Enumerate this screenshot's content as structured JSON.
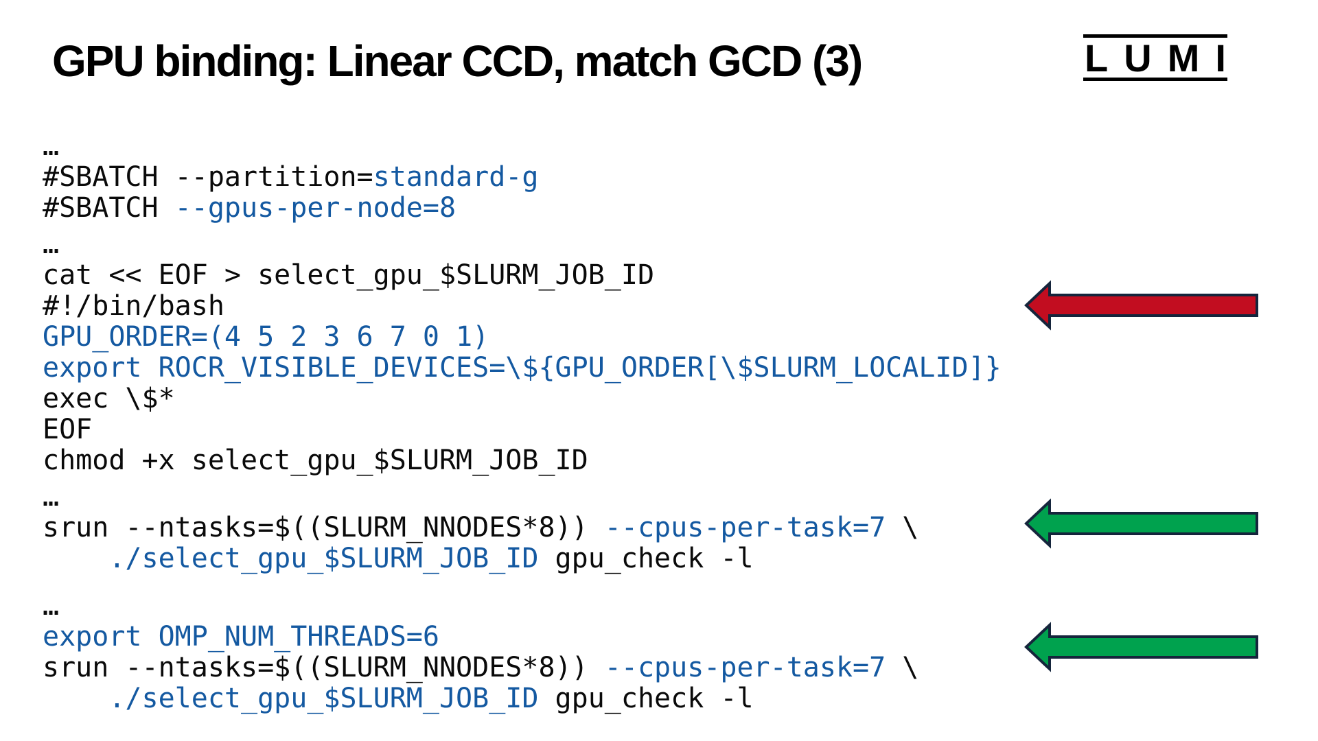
{
  "slide": {
    "title": "GPU binding: Linear CCD, match GCD (3)",
    "logo_text": "LUMI",
    "colors": {
      "code_text": "#0a0a0a",
      "code_accent": "#1459a1",
      "arrow_red": "#c20d20",
      "arrow_green": "#00a24e",
      "arrow_outline": "#15253c"
    },
    "code_lines": [
      {
        "segments": [
          {
            "text": "…",
            "color": "text"
          }
        ]
      },
      {
        "segments": [
          {
            "text": "#SBATCH --partition=",
            "color": "text"
          },
          {
            "text": "standard-g",
            "color": "accent"
          }
        ]
      },
      {
        "segments": [
          {
            "text": "#SBATCH ",
            "color": "text"
          },
          {
            "text": "--gpus-per-node=8",
            "color": "accent"
          }
        ]
      },
      {
        "gap_before": 8,
        "segments": [
          {
            "text": "…",
            "color": "text"
          }
        ]
      },
      {
        "segments": [
          {
            "text": "cat << EOF > select_gpu_$SLURM_JOB_ID",
            "color": "text"
          }
        ]
      },
      {
        "segments": [
          {
            "text": "#!/bin/bash",
            "color": "text"
          }
        ]
      },
      {
        "segments": [
          {
            "text": "GPU_ORDER=(4 5 2 3 6 7 0 1)",
            "color": "accent"
          }
        ]
      },
      {
        "segments": [
          {
            "text": "export ROCR_VISIBLE_DEVICES=\\${GPU_ORDER[\\$SLURM_LOCALID]}",
            "color": "accent"
          }
        ]
      },
      {
        "segments": [
          {
            "text": "exec \\$*",
            "color": "text"
          }
        ]
      },
      {
        "segments": [
          {
            "text": "EOF",
            "color": "text"
          }
        ]
      },
      {
        "segments": [
          {
            "text": "chmod +x select_gpu_$SLURM_JOB_ID",
            "color": "text"
          }
        ]
      },
      {
        "gap_before": 8,
        "segments": [
          {
            "text": "…",
            "color": "text"
          }
        ]
      },
      {
        "segments": [
          {
            "text": "srun --ntasks=$((SLURM_NNODES*8)) ",
            "color": "text"
          },
          {
            "text": "--cpus-per-task=7",
            "color": "accent"
          },
          {
            "text": " \\",
            "color": "text"
          }
        ]
      },
      {
        "segments": [
          {
            "text": "    ",
            "color": "text"
          },
          {
            "text": "./select_gpu_$SLURM_JOB_ID",
            "color": "accent"
          },
          {
            "text": " gpu_check -l",
            "color": "text"
          }
        ]
      },
      {
        "gap_before": 24,
        "segments": [
          {
            "text": "…",
            "color": "text"
          }
        ]
      },
      {
        "segments": [
          {
            "text": "export OMP_NUM_THREADS=6",
            "color": "accent"
          }
        ]
      },
      {
        "segments": [
          {
            "text": "srun --ntasks=$((SLURM_NNODES*8)) ",
            "color": "text"
          },
          {
            "text": "--cpus-per-task=7",
            "color": "accent"
          },
          {
            "text": " \\",
            "color": "text"
          }
        ]
      },
      {
        "segments": [
          {
            "text": "    ",
            "color": "text"
          },
          {
            "text": "./select_gpu_$SLURM_JOB_ID",
            "color": "accent"
          },
          {
            "text": " gpu_check -l",
            "color": "text"
          }
        ]
      }
    ],
    "arrows": [
      {
        "color": "red"
      },
      {
        "color": "green"
      },
      {
        "color": "green"
      }
    ]
  }
}
